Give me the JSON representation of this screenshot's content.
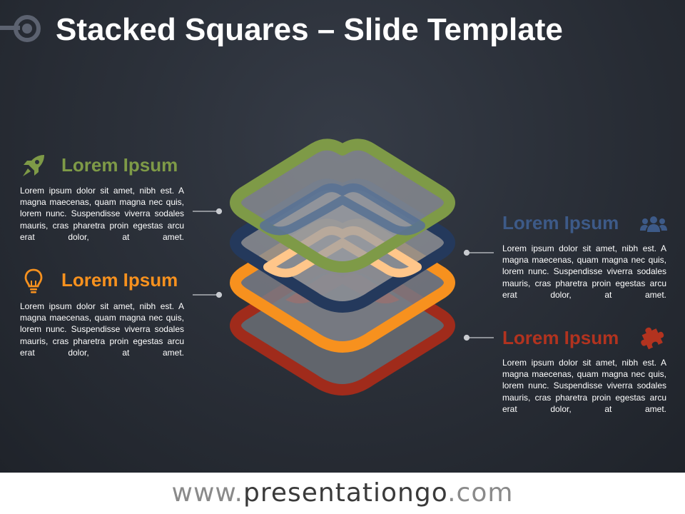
{
  "slide": {
    "title": "Stacked Squares – Slide Template"
  },
  "colors": {
    "green": "#7e9a47",
    "blue": "#24395c",
    "orange": "#f7911e",
    "red": "#a02b1b",
    "light_orange": "#ffc68a",
    "light_blue": "#5a7294"
  },
  "items": [
    {
      "heading": "Lorem Ipsum",
      "icon": "rocket-icon",
      "color": "#7e9a47",
      "text": "Lorem ipsum dolor sit amet, nibh est. A magna maecenas, quam magna nec quis, lorem nunc. Suspendisse viverra sodales mauris, cras pharetra proin egestas arcu erat dolor, at amet."
    },
    {
      "heading": "Lorem Ipsum",
      "icon": "lightbulb-icon",
      "color": "#f7911e",
      "text": "Lorem ipsum dolor sit amet, nibh est. A magna maecenas, quam magna nec quis, lorem nunc. Suspendisse viverra sodales mauris, cras pharetra proin egestas arcu erat dolor, at amet."
    },
    {
      "heading": "Lorem Ipsum",
      "icon": "people-icon",
      "color": "#3d5a88",
      "text": "Lorem ipsum dolor sit amet, nibh est. A magna maecenas, quam magna nec quis, lorem nunc. Suspendisse viverra sodales mauris, cras pharetra proin egestas arcu erat dolor, at amet."
    },
    {
      "heading": "Lorem Ipsum",
      "icon": "puzzle-icon",
      "color": "#b2331f",
      "text": "Lorem ipsum dolor sit amet, nibh est. A magna maecenas, quam magna nec quis, lorem nunc. Suspendisse viverra sodales mauris, cras pharetra proin egestas arcu erat dolor, at amet."
    }
  ],
  "footer": {
    "prefix": "www.",
    "name": "presentationgo",
    "suffix": ".com"
  }
}
